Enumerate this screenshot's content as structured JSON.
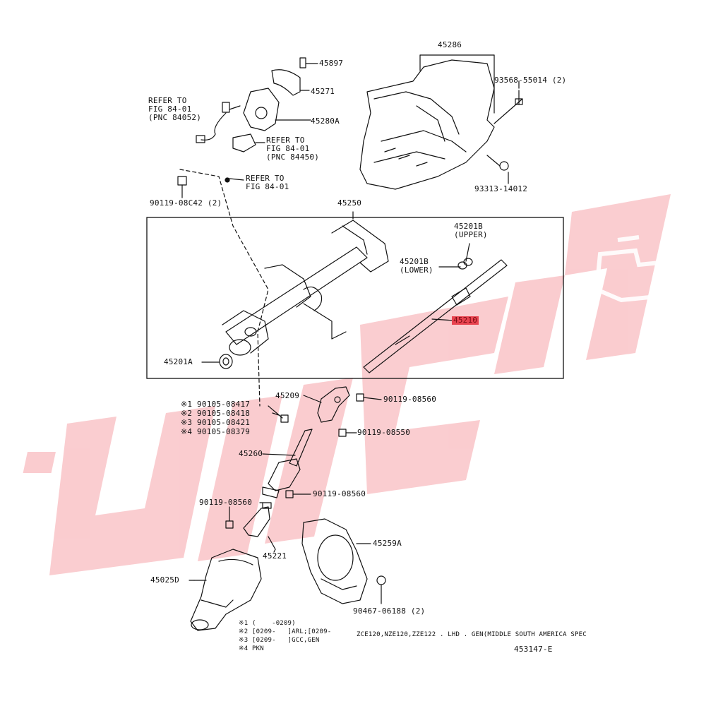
{
  "parts": {
    "p45286": "45286",
    "p45897": "45897",
    "p45271": "45271",
    "p45280a": "45280A",
    "p93568": "93568-55014 (2)",
    "p93313": "93313-14012",
    "p90119_08c42": "90119-08C42 (2)",
    "p45250": "45250",
    "p45201b_upper": "45201B\n(UPPER)",
    "p45201b_lower": "45201B\n(LOWER)",
    "p45210": "45210",
    "p45201a": "45201A",
    "p45209": "45209",
    "p90119_08560_a": "90119-08560",
    "p90119_08550": "90119-08550",
    "p45260": "45260",
    "p90119_08560_b": "90119-08560",
    "p90119_08560_c": "90119-08560",
    "p45221": "45221",
    "p45259a": "45259A",
    "p45025d": "45025D",
    "p90467": "90467-06188 (2)"
  },
  "refs": {
    "r1": "REFER TO\nFIG 84-01\n(PNC 84052)",
    "r2": "REFER TO\nFIG 84-01\n(PNC 84450)",
    "r3": "REFER TO\nFIG 84-01"
  },
  "bolts": [
    "※1 90105-08417",
    "※2 90105-08418",
    "※3 90105-08421",
    "※4 90105-08379"
  ],
  "footnotes": {
    "n1": "※1 (    -0209)",
    "n2": "※2 [0209-   ]ARL;[0209-",
    "n3": "※3 [0209-   ]GCC,GEN",
    "n4": "※4 PKN"
  },
  "spec": "ZCE120,NZE120,ZZE122 . LHD . GEN(MIDDLE SOUTH AMERICA SPEC",
  "figure_id": "453147-E",
  "watermark_color": "#f05a64",
  "highlight_color": "#e8434f"
}
